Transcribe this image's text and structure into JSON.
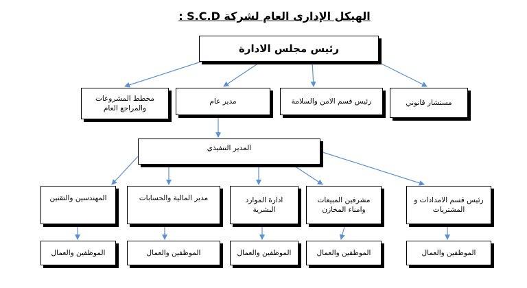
{
  "title": "الهيكل الإدارى العام  لشركة S.C.D :",
  "nodes": {
    "board_chair": "رئيس مجلس الادارة",
    "legal_advisor": "مستشار قانوني",
    "safety_head": "رئيس قسم الامن والسلامة",
    "general_manager": "مدير عام",
    "planner": "مخطط المشروعات والمراجع العام",
    "executive_manager": "المدير التنفيذي",
    "supply_head": "رئيس قسم الامدادات و المشتريات",
    "sales_supervisors": "مشرفين المبيعات وامناء المخازن",
    "hr_department": "ادارة الموارد البشرية",
    "finance_manager": "مدير المالية والحسابات",
    "engineers": "المهندسين والتقنين",
    "staff_1": "الموظفين والعمال",
    "staff_2": "الموظفين والعمال",
    "staff_3": "الموظفين والعمال",
    "staff_4": "الموظفين والعمال",
    "staff_5": "الموظفين والعمال"
  },
  "colors": {
    "arrow": "#5b8fd0",
    "border": "#000000",
    "background": "#ffffff"
  }
}
